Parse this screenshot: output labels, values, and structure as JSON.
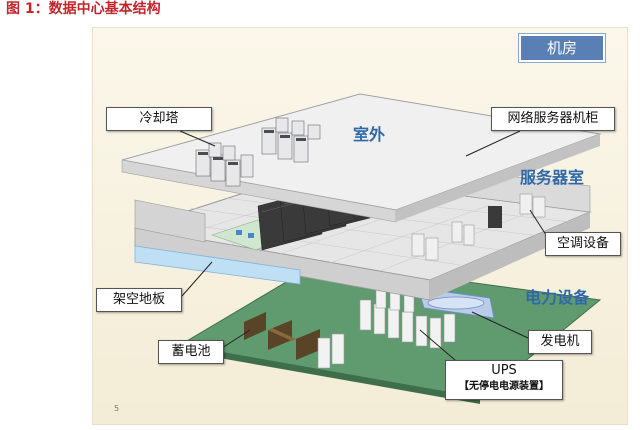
{
  "figure_title": "图 1：数据中心基本结构",
  "room_tag": "机房",
  "zones": {
    "outdoor": "室外",
    "server_room": "服务器室",
    "power_equipment": "电力设备"
  },
  "callouts": {
    "cooling_tower": "冷却塔",
    "server_rack": "网络服务器机柜",
    "ac_equipment": "空调设备",
    "raised_floor": "架空地板",
    "generator": "发电机",
    "ups_title": "UPS",
    "ups_subtitle": "【无停电电源装置】",
    "battery": "蓄电池"
  },
  "page_number": "5",
  "colors": {
    "title_red": "#c4252b",
    "zone_blue": "#3068a8",
    "room_tag_bg": "#5a7fb5",
    "floor_green": "#5f9b6e",
    "rack_dark": "#3a3a3a"
  }
}
